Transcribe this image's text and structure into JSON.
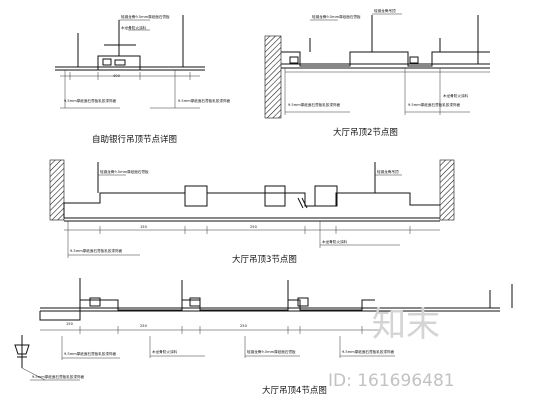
{
  "titles": {
    "s1": "自助银行吊顶节点详图",
    "s2": "大厅吊顶2节点图",
    "s3": "大厅吊顶3节点图",
    "s4": "大厅吊顶4节点图"
  },
  "watermark": {
    "logo": "知末",
    "id": "ID: 161696481"
  },
  "notes": {
    "n1": "轻钢龙骨9.5mm厚纸面石膏板",
    "n2": "9.5mm厚纸面石膏板乳胶漆饰面",
    "n3": "木龙骨防火涂料",
    "n4": "轻钢龙骨吊顶"
  },
  "dims": {
    "d1": "400",
    "d2": "150",
    "d3": "250"
  }
}
